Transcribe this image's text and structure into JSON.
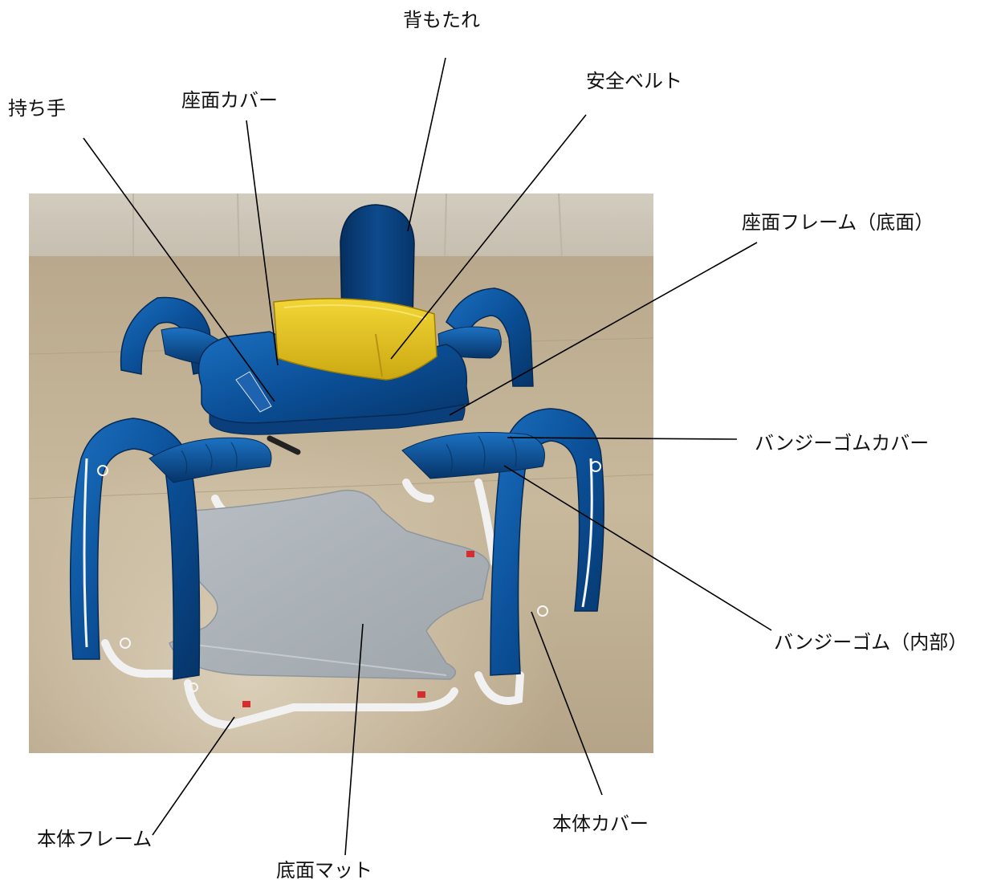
{
  "labels": {
    "backrest": "背もたれ",
    "handle": "持ち手",
    "seat_cover": "座面カバー",
    "safety_belt": "安全ベルト",
    "seat_frame_bottom": "座面フレーム（底面）",
    "bungee_cover": "バンジーゴムカバー",
    "bungee_inner": "バンジーゴム（内部）",
    "body_frame": "本体フレーム",
    "bottom_mat": "底面マット",
    "body_cover": "本体カバー"
  },
  "colors": {
    "velvet_blue": "#0a4f96",
    "velvet_dark": "#06305e",
    "belt_yellow": "#e5c21b",
    "mat_gray": "#a9b0b6",
    "frame_white": "#f2f2f2",
    "floor_tan": "#bfae92"
  }
}
